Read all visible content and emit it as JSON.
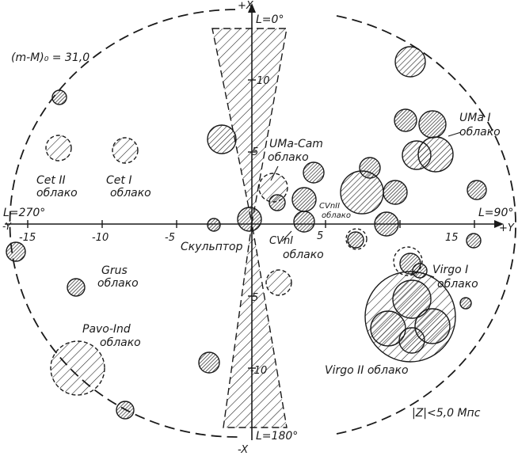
{
  "axes": {
    "plus_x": "+X",
    "minus_x": "-X",
    "plus_y": "+Y",
    "minus_y": "-Y",
    "l0": "L=0°",
    "l90": "L=90°",
    "l180": "L=180°",
    "l270": "L=270°"
  },
  "ticks": {
    "y_neg15": "-15",
    "y_neg10": "-10",
    "y_neg5": "-5",
    "y_pos5": "5",
    "y_pos15": "15",
    "x_pos10": "10",
    "x_pos5": "5",
    "x_neg5": "5",
    "x_neg10": "-10"
  },
  "annotations": {
    "distance_modulus": "(m-M)₀ = 31,0",
    "z_limit": "|Z|<5,0 Мпс"
  },
  "clouds": {
    "cet2_name": "Cet II",
    "cet2_word": "облако",
    "cet1_name": "Cet I",
    "cet1_word": "облако",
    "grus_name": "Grus",
    "grus_word": "облако",
    "pavo_name": "Pavo-Ind",
    "pavo_word": "облако",
    "umacam_name": "UMa-Cam",
    "umacam_word": "облако",
    "uma1_name": "UMa I",
    "uma1_word": "облако",
    "cvn2_name": "CVnII",
    "cvn2_word": "облако",
    "cvn1_name": "CVnI",
    "cvn1_word": "облако",
    "sculptor": "Скульптор",
    "virgo1_name": "Virgo I",
    "virgo1_word": "облако",
    "virgo2_label": "Virgo II облако"
  },
  "colors": {
    "ink": "#1a1a1a",
    "background": "#ffffff"
  }
}
